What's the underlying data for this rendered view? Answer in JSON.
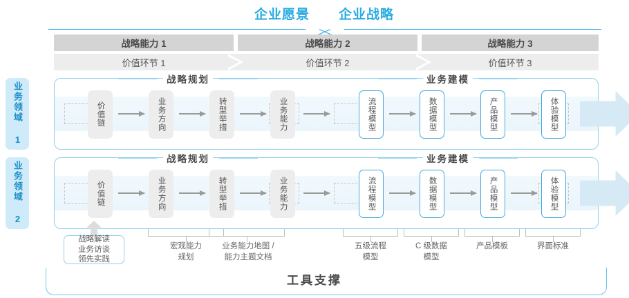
{
  "header": {
    "vision": "企业愿景",
    "strategy": "企业战略"
  },
  "capabilities": [
    {
      "name": "战略能力 1",
      "value_stage": "价值环节 1"
    },
    {
      "name": "战略能力 2",
      "value_stage": "价值环节 2"
    },
    {
      "name": "战略能力 3",
      "value_stage": "价值环节 3"
    }
  ],
  "domains": [
    {
      "label": "业务领域 1"
    },
    {
      "label": "业务领域 2"
    }
  ],
  "sections": {
    "planning": "战略规划",
    "modeling": "业务建模"
  },
  "nodes": {
    "planning": [
      "价值链",
      "业务方向",
      "转型举措",
      "业务能力"
    ],
    "modeling": [
      "流程模型",
      "数据模型",
      "产品模型",
      "体验模型"
    ]
  },
  "tool_support": {
    "title": "工具支撑",
    "strategy_box": "战略解读\n业务访谈\n领先实践",
    "deliverables": [
      "宏观能力\n规划",
      "业务能力地图 /\n能力主题文档",
      "五级流程\n模型",
      "C 级数据\n模型",
      "产品模板",
      "界面标准"
    ]
  },
  "colors": {
    "accent_blue": "#29ABE2",
    "node_blue_border": "#47A8DC",
    "domain_tab_bg": "#CFEAF8",
    "capability_band": "#D4D4D4",
    "value_band": "#EDEDED",
    "node_gray": "#EDEDED"
  }
}
